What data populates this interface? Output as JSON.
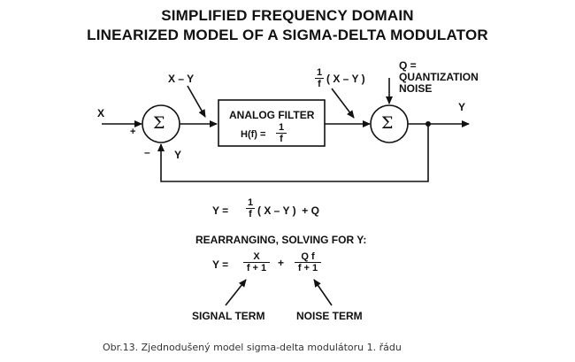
{
  "title": {
    "line1": "SIMPLIFIED FREQUENCY DOMAIN",
    "line2": "LINEARIZED MODEL OF A SIGMA-DELTA MODULATOR"
  },
  "diagram": {
    "input_label": "X",
    "plus_sign": "+",
    "minus_sign": "–",
    "feedback_label": "Y",
    "error_label": "X – Y",
    "summer_symbol": "Σ",
    "filter_title": "ANALOG FILTER",
    "filter_tf_prefix": "H(f) =",
    "filter_tf_num": "1",
    "filter_tf_den": "f",
    "filtered_num": "1",
    "filtered_den": "f",
    "filtered_rest": "( X – Y )",
    "q_label_1": "Q =",
    "q_label_2": "QUANTIZATION",
    "q_label_3": "NOISE",
    "output_label": "Y"
  },
  "equations": {
    "eq1_lhs": "Y =",
    "eq1_num": "1",
    "eq1_den": "f",
    "eq1_rest": "( X – Y )  + Q",
    "rearrange": "REARRANGING, SOLVING FOR Y:",
    "eq2_lhs": "Y =",
    "eq2_t1_num": "X",
    "eq2_t1_den": "f + 1",
    "eq2_plus": "+",
    "eq2_t2_num": "Q f",
    "eq2_t2_den": "f + 1",
    "signal_term": "SIGNAL TERM",
    "noise_term": "NOISE TERM"
  },
  "caption": "Obr.13. Zjednodušený model sigma-delta modulátoru 1. řádu"
}
